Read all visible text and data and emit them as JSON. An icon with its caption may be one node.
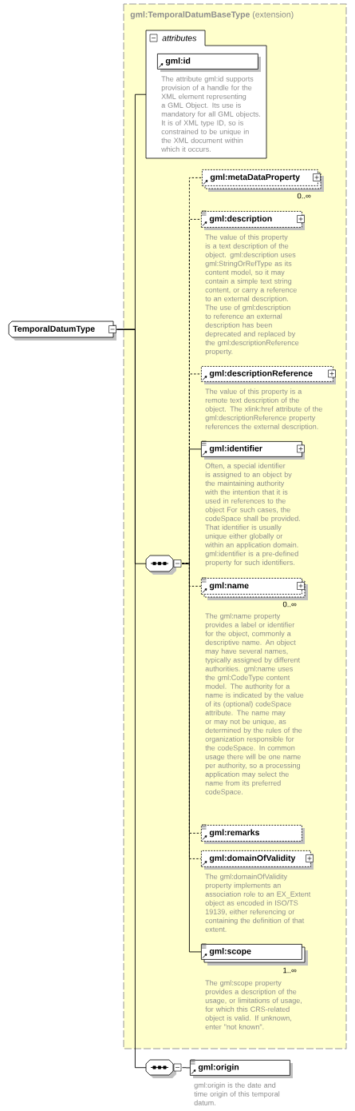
{
  "diagram": {
    "nodes": [
      {
        "text": [
          "TemporalDatumType"
        ]
      },
      {
        "text": [
          "**gml:TemporalDatumBaseType** (extension)"
        ]
      },
      {
        "text": [
          "attributes"
        ],
        "in": 1
      },
      {
        "text": [
          "gml:id"
        ],
        "in": 2,
        "beside": [
          "The attribute gml:id supports provision of a handle for the XML element representing a GML Object. Its use is mandatory for all GML objects. It is of XML type ID, so is constrained to be unique in the XML document within which it occurs."
        ]
      },
      {
        "text": [],
        "shape": "octagon",
        "in": 1
      },
      {
        "text": [
          "gml:metaDataProperty"
        ],
        "in": 1,
        "beside": [
          "0..∞"
        ]
      },
      {
        "text": [
          "gml:description"
        ],
        "in": 1,
        "beside": [
          "The value of this property is a text description of the object. gml:description uses gml:StringOrRefType as its content model, so it may contain a simple text string content, or carry a reference to an external description. The use of gml:description to reference an external description has been deprecated and replaced by the gml:descriptionReference property."
        ]
      },
      {
        "text": [
          "gml:descriptionReference"
        ],
        "in": 1,
        "beside": [
          "The value of this property is a remote text description of the object. The xlink:href attribute of the gml:descriptionReference property references the external description."
        ]
      },
      {
        "text": [
          "gml:identifier"
        ],
        "in": 1,
        "beside": [
          "Often, a special identifier is assigned to an object by the maintaining authority with the intention that it is used in references to the object For such cases, the codeSpace shall be provided. That identifier is usually unique either globally or within an application domain. gml:identifier is a pre-defined property for such identifiers."
        ]
      },
      {
        "text": [
          "gml:name"
        ],
        "in": 1,
        "beside": [
          "0..∞",
          "The gml:name property provides a label or identifier for the object, commonly a descriptive name. An object may have several names, typically assigned by different authorities. gml:name uses the gml:CodeType content model. The authority for a name is indicated by the value of its (optional) codeSpace attribute. The name may or may not be unique, as determined by the rules of the organization responsible for the codeSpace. In common usage there will be one name per authority, so a processing application may select the name from its preferred codeSpace."
        ]
      },
      {
        "text": [
          "gml:remarks"
        ],
        "in": 1
      },
      {
        "text": [
          "gml:domainOfValidity"
        ],
        "in": 1,
        "beside": [
          "The gml:domainOfValidity property implements an association role to an EX_Extent object as encoded in ISO/TS 19139, either referencing or containing the definition of that extent."
        ]
      },
      {
        "text": [
          "gml:scope"
        ],
        "in": 1,
        "beside": [
          "1..∞",
          "The gml:scope property provides a description of the usage, or limitations of usage, for which this CRS-related object is valid. If unknown, enter \"not known\"."
        ]
      },
      {
        "text": [],
        "shape": "octagon"
      },
      {
        "text": [
          "gml:origin"
        ],
        "beside": [
          "gml:origin is the date and time origin of this temporal datum."
        ]
      }
    ],
    "edges": [
      {
        "from": 0,
        "to": 2,
        "arrow": "none"
      },
      {
        "from": 0,
        "to": 4,
        "arrow": "none"
      },
      {
        "from": 0,
        "to": 13,
        "arrow": "none"
      },
      {
        "from": 4,
        "to": 5,
        "arrow": "none",
        "style": "dashed"
      },
      {
        "from": 4,
        "to": 6,
        "arrow": "none",
        "style": "dashed"
      },
      {
        "from": 4,
        "to": 7,
        "arrow": "none",
        "style": "dashed"
      },
      {
        "from": 4,
        "to": 8,
        "arrow": "none"
      },
      {
        "from": 4,
        "to": 9,
        "arrow": "none",
        "style": "dashed"
      },
      {
        "from": 4,
        "to": 10,
        "arrow": "none",
        "style": "dashed"
      },
      {
        "from": 4,
        "to": 11,
        "arrow": "none",
        "style": "dashed"
      },
      {
        "from": 4,
        "to": 12,
        "arrow": "none"
      },
      {
        "from": 13,
        "to": 14,
        "arrow": "none"
      }
    ]
  }
}
